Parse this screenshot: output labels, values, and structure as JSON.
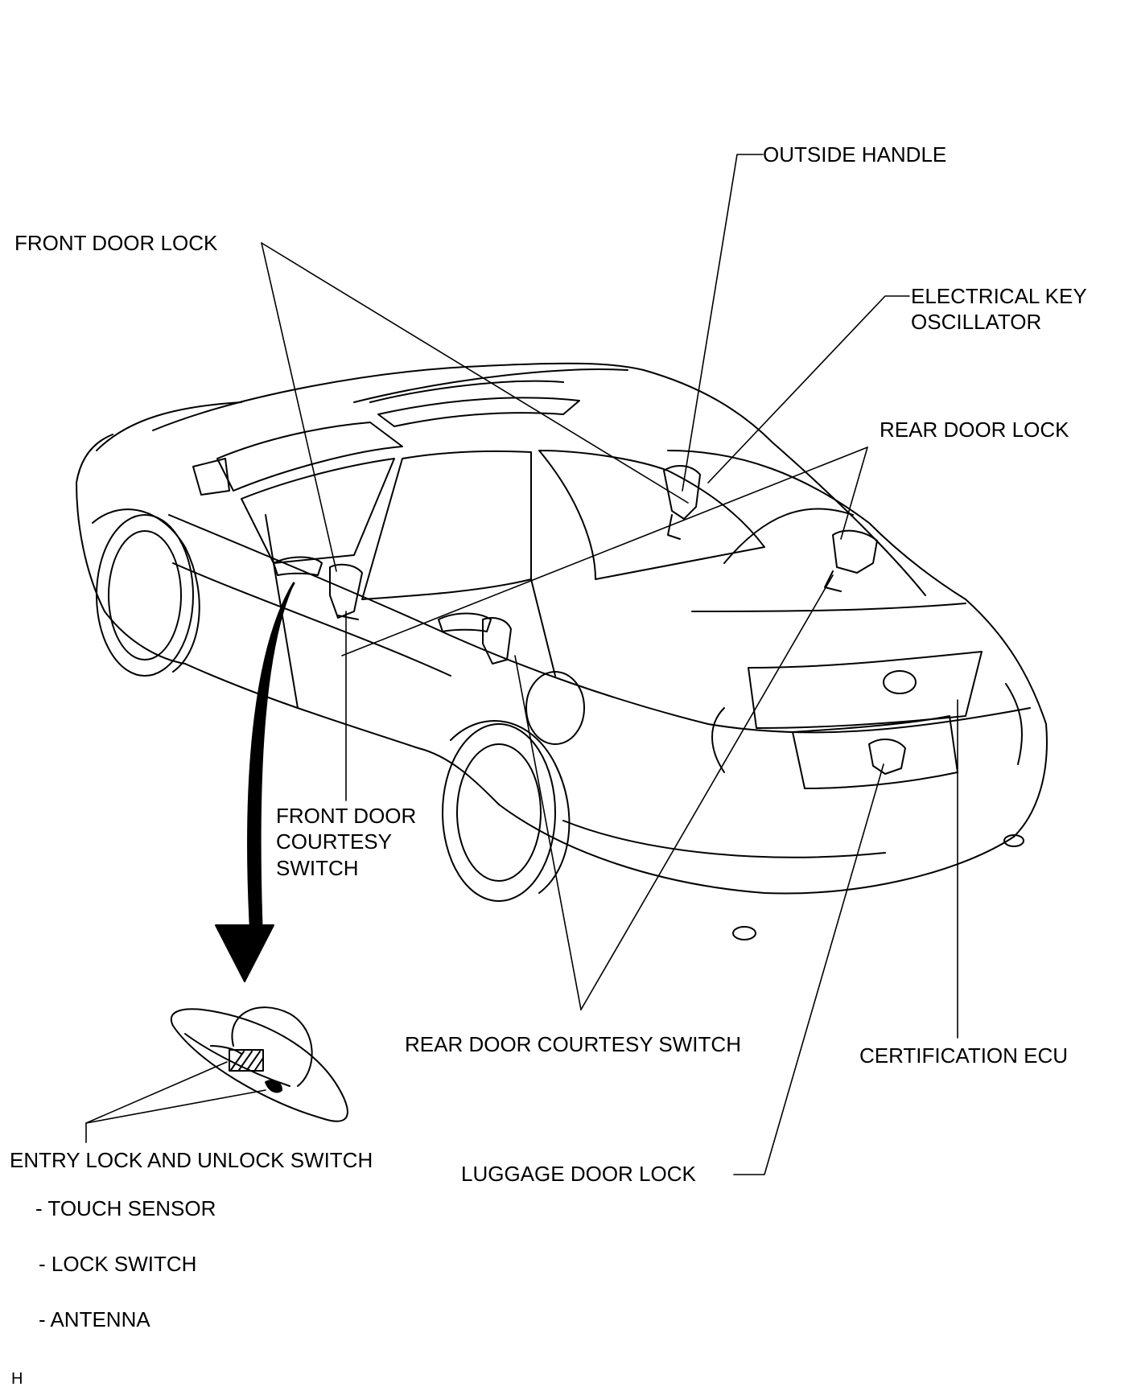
{
  "labels": {
    "outside_handle": "OUTSIDE HANDLE",
    "front_door_lock": "FRONT DOOR LOCK",
    "electrical_key_oscillator": [
      "ELECTRICAL KEY",
      "OSCILLATOR"
    ],
    "rear_door_lock": "REAR DOOR LOCK",
    "front_door_courtesy_switch": [
      "FRONT DOOR",
      "COURTESY",
      "SWITCH"
    ],
    "rear_door_courtesy_switch": "REAR DOOR COURTESY SWITCH",
    "certification_ecu": "CERTIFICATION ECU",
    "luggage_door_lock": "LUGGAGE DOOR LOCK",
    "entry_lock_and_unlock_switch": "ENTRY LOCK AND UNLOCK SWITCH",
    "entry_switch_items": [
      "- TOUCH SENSOR",
      "- LOCK SWITCH",
      "- ANTENNA"
    ]
  },
  "corner_mark": "H"
}
